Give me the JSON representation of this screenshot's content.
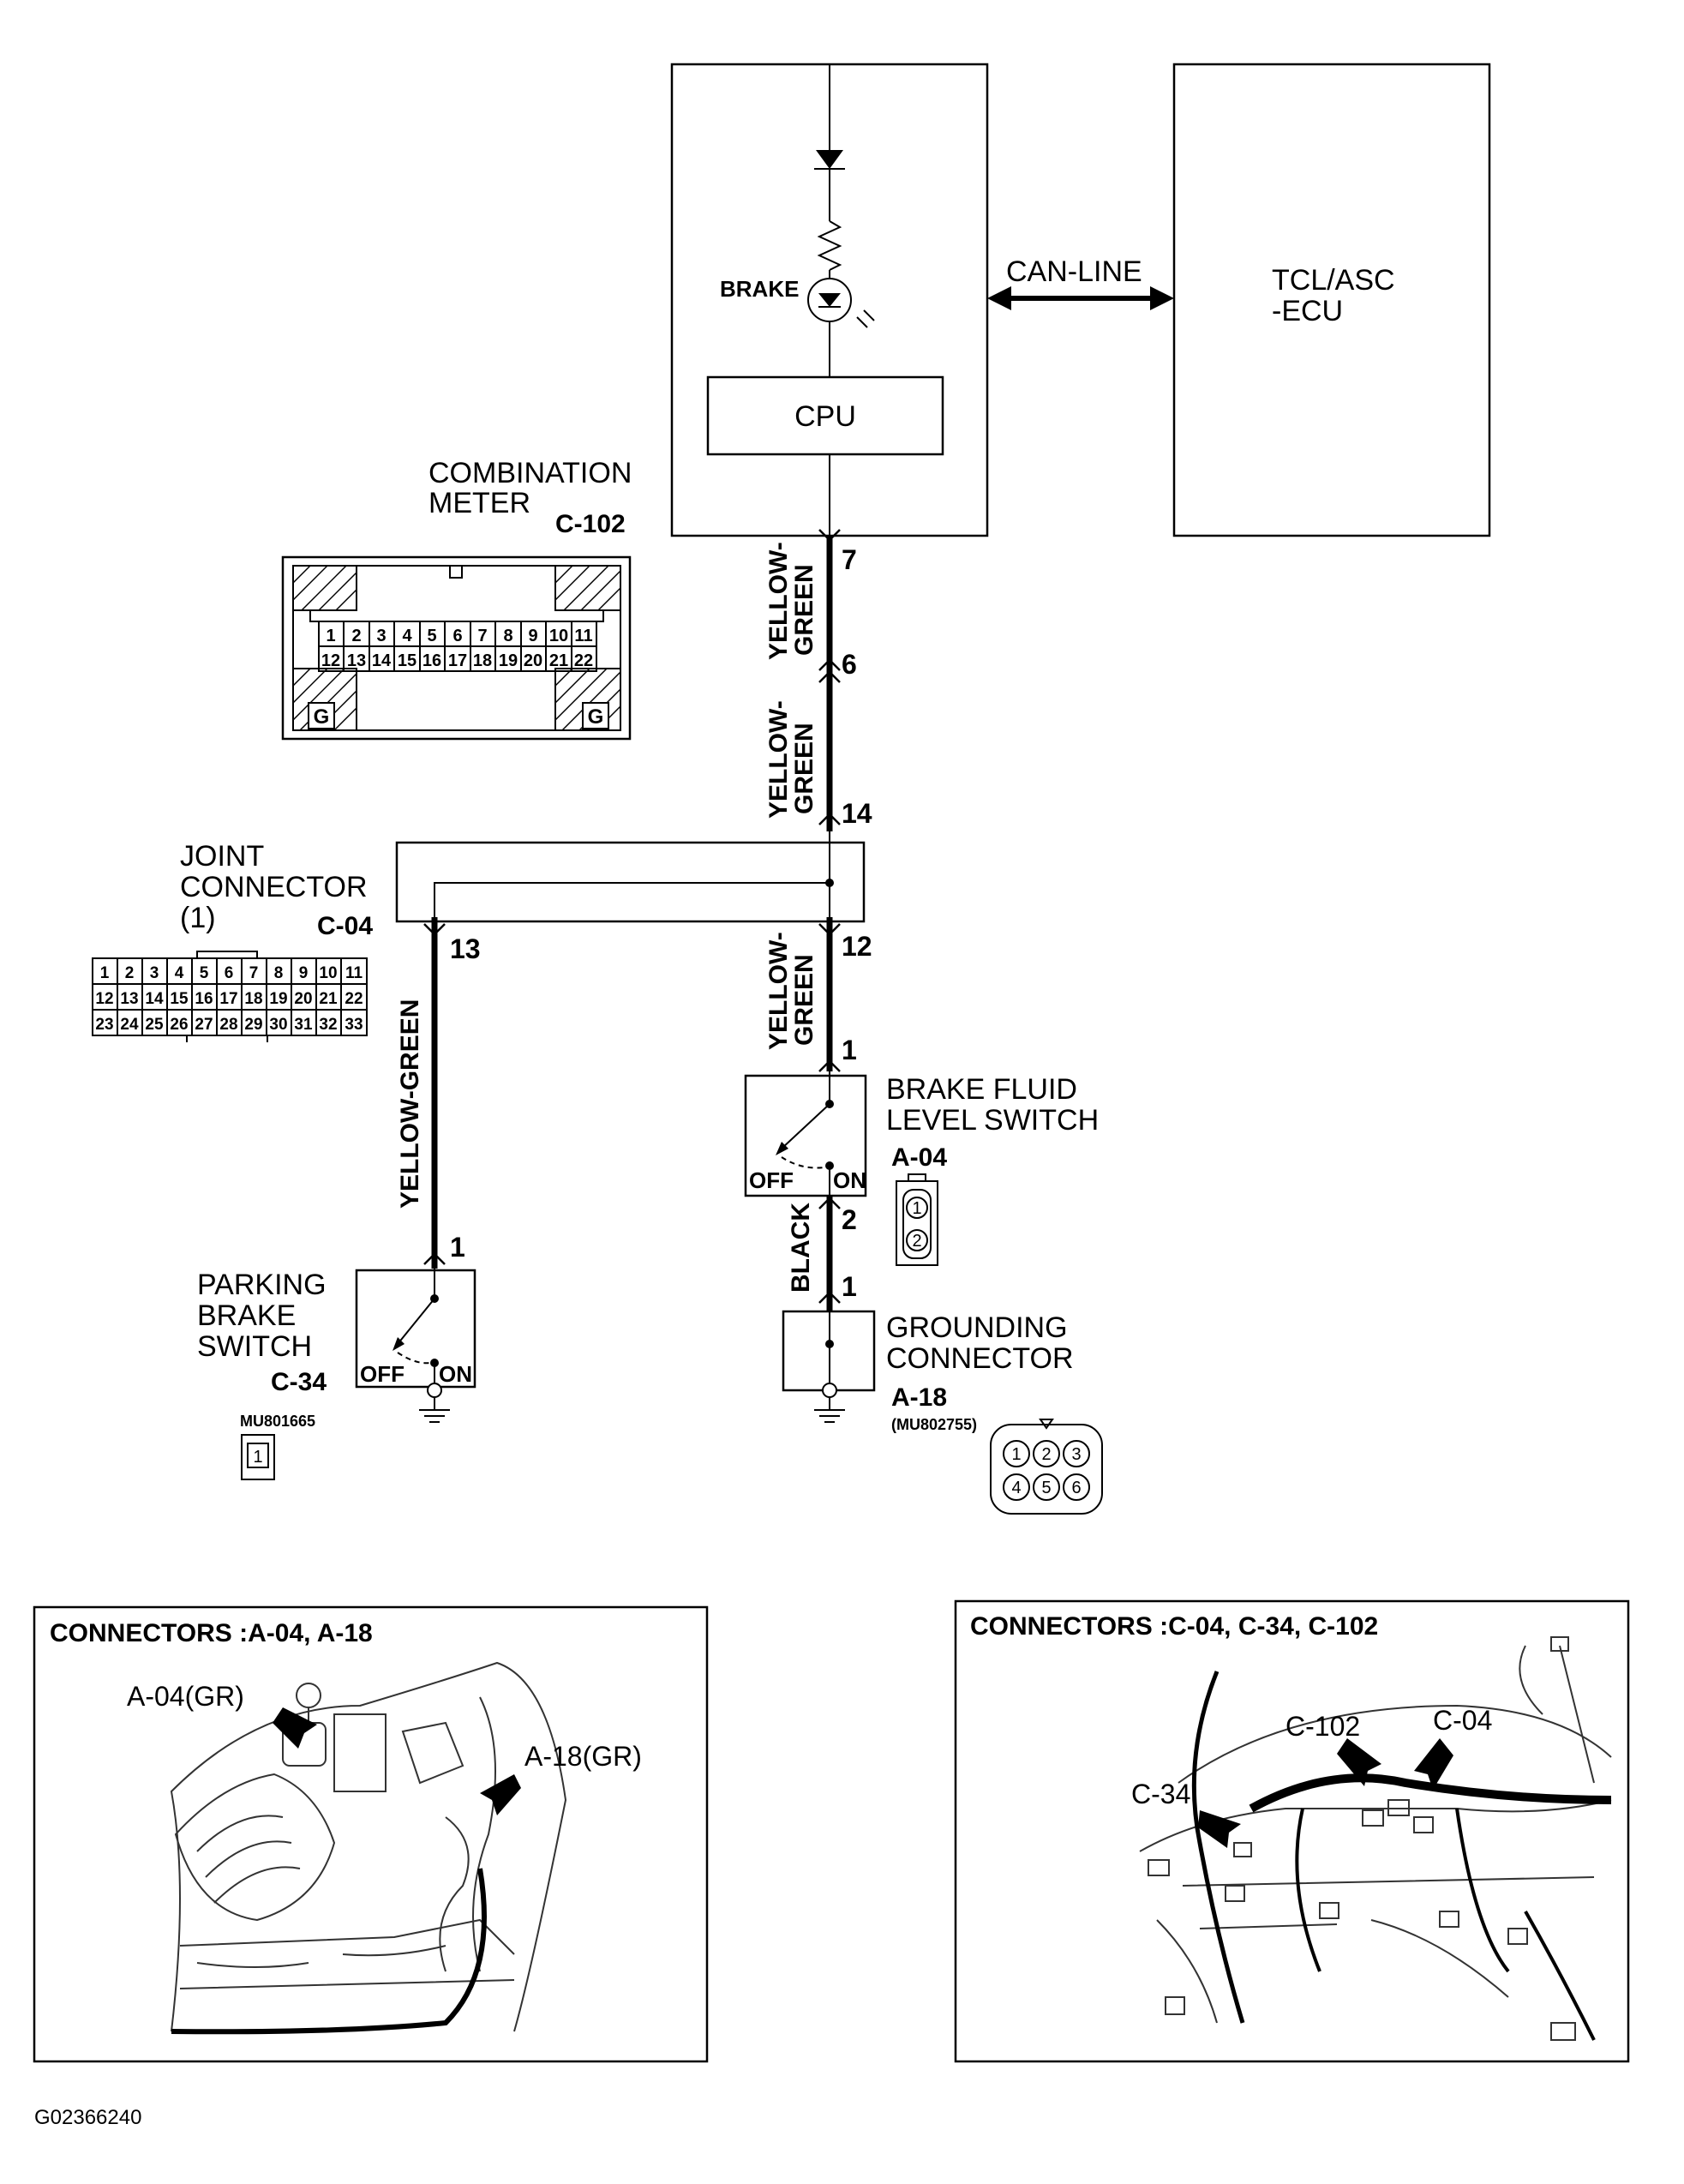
{
  "units": {
    "combination_meter": {
      "name_lines": [
        "COMBINATION",
        "METER"
      ],
      "id": "C-102",
      "brake_label": "BRAKE",
      "cpu_label": "CPU"
    },
    "tcl_asc_ecu": {
      "lines": [
        "TCL/ASC",
        "-ECU"
      ]
    },
    "can_line": "CAN-LINE",
    "joint_connector": {
      "name_lines": [
        "JOINT",
        "CONNECTOR",
        "(1)"
      ],
      "id": "C-04"
    },
    "brake_fluid_level_switch": {
      "name_lines": [
        "BRAKE FLUID",
        "LEVEL SWITCH"
      ],
      "id": "A-04",
      "off": "OFF",
      "on": "ON"
    },
    "parking_brake_switch": {
      "name_lines": [
        "PARKING",
        "BRAKE",
        "SWITCH"
      ],
      "id": "C-34",
      "part_no": "MU801665",
      "off": "OFF",
      "on": "ON"
    },
    "grounding_connector": {
      "name_lines": [
        "GROUNDING",
        "CONNECTOR"
      ],
      "id": "A-18",
      "part_no": "(MU802755)"
    }
  },
  "wires": {
    "yg_1": [
      "YELLOW-",
      "GREEN"
    ],
    "yg_2": [
      "YELLOW-",
      "GREEN"
    ],
    "yg_3": [
      "YELLOW-",
      "GREEN"
    ],
    "yg_parking": "YELLOW-GREEN",
    "black": "BLACK"
  },
  "pins": {
    "meter_out": "7",
    "inline_a": "6",
    "joint_in": "14",
    "joint_out_main": "12",
    "joint_out_branch": "13",
    "fluid_in": "1",
    "fluid_out": "2",
    "ground_in": "1",
    "parking_in": "1"
  },
  "connector_faces": {
    "c102_row1": [
      "1",
      "2",
      "3",
      "4",
      "5",
      "6",
      "7",
      "8",
      "9",
      "10",
      "11"
    ],
    "c102_row2": [
      "12",
      "13",
      "14",
      "15",
      "16",
      "17",
      "18",
      "19",
      "20",
      "21",
      "22"
    ],
    "c102_g": "G",
    "c04_row1": [
      "1",
      "2",
      "3",
      "4",
      "5",
      "6",
      "7",
      "8",
      "9",
      "10",
      "11"
    ],
    "c04_row2": [
      "12",
      "13",
      "14",
      "15",
      "16",
      "17",
      "18",
      "19",
      "20",
      "21",
      "22"
    ],
    "c04_row3": [
      "23",
      "24",
      "25",
      "26",
      "27",
      "28",
      "29",
      "30",
      "31",
      "32",
      "33"
    ],
    "a04_pins": [
      "1",
      "2"
    ],
    "c34_pins": [
      "1"
    ],
    "a18_row1": [
      "1",
      "2",
      "3"
    ],
    "a18_row2": [
      "4",
      "5",
      "6"
    ]
  },
  "location_panels": {
    "left": {
      "title": "CONNECTORS :A-04, A-18",
      "callouts": [
        "A-04(GR)",
        "A-18(GR)"
      ]
    },
    "right": {
      "title": "CONNECTORS :C-04, C-34, C-102",
      "callouts": [
        "C-102",
        "C-04",
        "C-34"
      ]
    }
  },
  "figure_id": "G02366240"
}
